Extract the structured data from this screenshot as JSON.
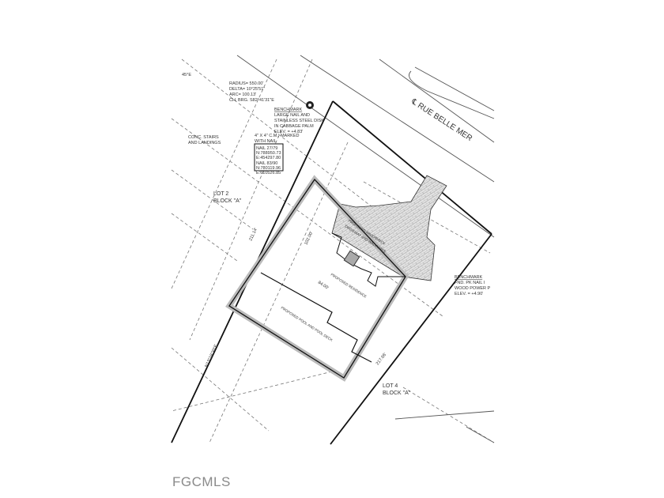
{
  "drawing": {
    "curve_data": [
      "RADIUS= 550.00'",
      "DELTA= 10°25'51\"",
      "ARC= 100.13'",
      "CH. BRG. S82°41'31\"E"
    ],
    "benchmark_1": [
      "BENCHMARK",
      "LARGE NAIL AND",
      "STAINLESS STEEL DISK",
      "IN CABBAGE PALM",
      "ELEV. = +4.83'"
    ],
    "monument_note": [
      "4\" X 4\" C.M., MARKED",
      "WITH NAIL"
    ],
    "coord_box_1": [
      "NAIL 27/79",
      "N:788950.73",
      "E:454297.80"
    ],
    "coord_box_2": [
      "NAIL 83/90",
      "N:780119.96",
      "E:610526.85"
    ],
    "stairs_note": [
      "CONC. STAIRS",
      "AND LANDINGS"
    ],
    "lot_2": [
      "LOT 2",
      "BLOCK \"A\""
    ],
    "lot_4": [
      "LOT 4",
      "BLOCK \"A\""
    ],
    "street_name": "℄ RUE BELLE MER",
    "benchmark_2": [
      "BENCHMARK",
      "FND. PK NAIL I",
      "WOOD POWER P",
      "ELEV. = +4.90'"
    ],
    "pavers_label": [
      "PROPOSED PAVERBRICK",
      "DRIVEWAY AND WALKWAYS"
    ],
    "residence_label": "PROPOSED RESIDENCE",
    "pool_label": "PROPOSED POOL AND POOL DECK",
    "dim_depth": "102.00'",
    "dim_width": "84.00'",
    "bearing_left": "N13°18'30\"E",
    "dim_left": "211.14'",
    "dim_right": "217.66'",
    "north_corner": "45°E"
  },
  "watermark": "FGCMLS"
}
